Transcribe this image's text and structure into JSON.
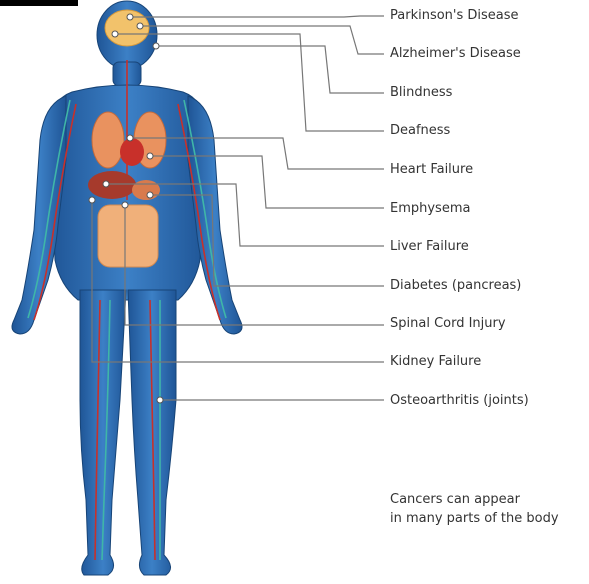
{
  "labels": [
    "Parkinson's Disease",
    "Alzheimer's Disease",
    "Blindness",
    "Deafness",
    "Heart Failure",
    "Emphysema",
    "Liver Failure",
    "Diabetes (pancreas)",
    "Spinal Cord Injury",
    "Kidney Failure",
    "Osteoarthritis (joints)"
  ],
  "note": {
    "line1": "Cancers can appear",
    "line2": "in many parts of the body"
  },
  "colors": {
    "skin": "#2f6db5",
    "skin_dark": "#1e4f8f",
    "artery": "#c8302a",
    "vein_teal": "#3fb6a8",
    "organ": "#e9925f",
    "intestine": "#f0b07a",
    "leader": "#777777"
  }
}
